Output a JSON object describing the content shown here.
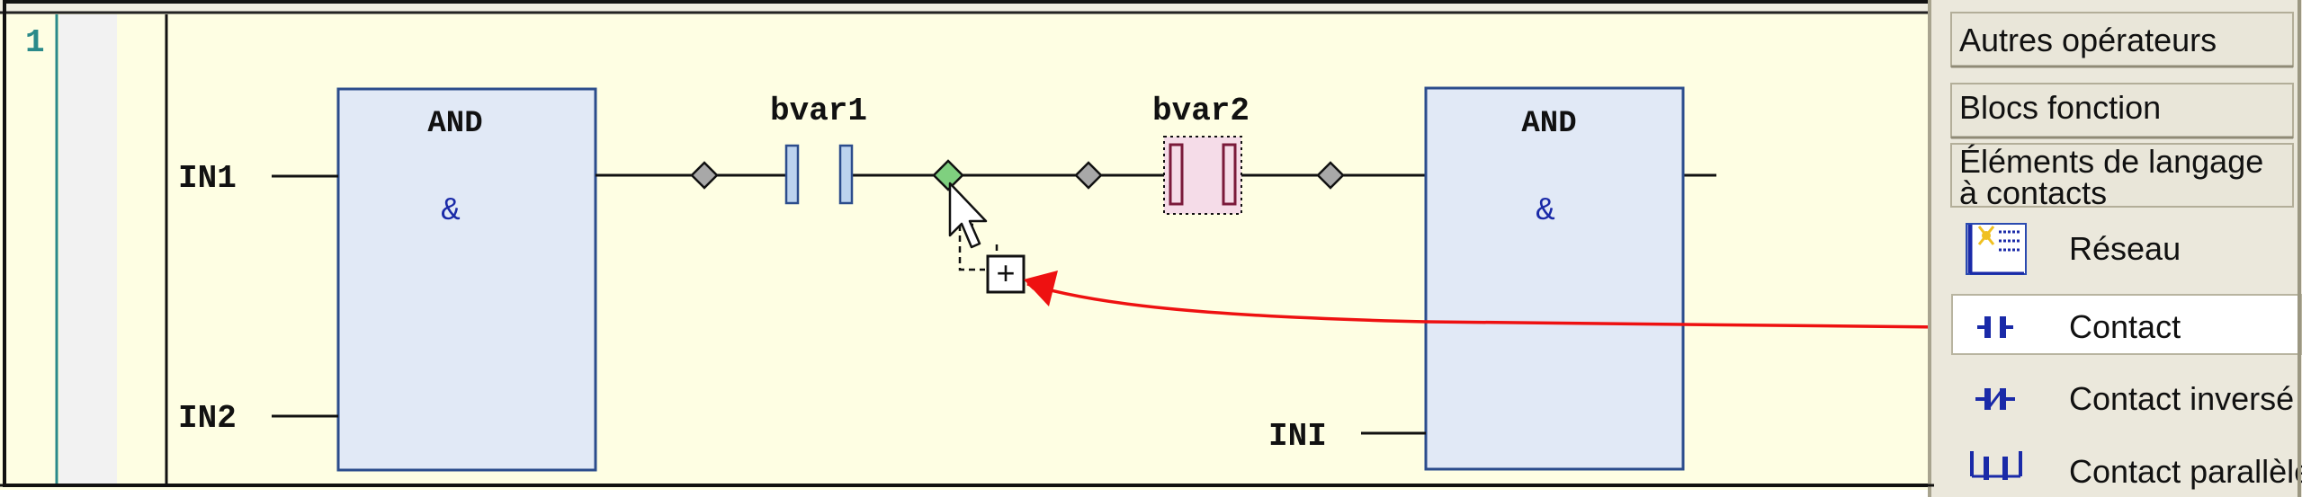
{
  "network": {
    "number": "1",
    "and_left": {
      "title": "AND",
      "symbol": "&"
    },
    "and_right": {
      "title": "AND",
      "symbol": "&"
    },
    "input_in1": "IN1",
    "input_in2": "IN2",
    "input_ini": "INI",
    "contact1_label": "bvar1",
    "contact2_label": "bvar2",
    "insert_marker": "+"
  },
  "toolbox": {
    "categories": [
      {
        "label": "Autres opérateurs"
      },
      {
        "label": "Blocs fonction"
      },
      {
        "label_line1": "Éléments de langage",
        "label_line2": "à contacts"
      }
    ],
    "items": [
      {
        "label": "Réseau",
        "icon": "network-icon"
      },
      {
        "label": "Contact",
        "icon": "contact-icon",
        "selected": true
      },
      {
        "label": "Contact inversé",
        "icon": "negated-contact-icon"
      },
      {
        "label": "Contact parallèle",
        "icon": "parallel-contact-icon"
      }
    ]
  },
  "colors": {
    "editor_background": "#fefee3",
    "block_fill": "#e1e9f6",
    "block_stroke": "#2b4c8c",
    "selected_contact_fill": "#f5dce8",
    "drop_target": "#7fd07f",
    "arrow": "#ee1111",
    "panel_background": "#ebe8dc",
    "line_number_color": "#2a8a8a"
  }
}
